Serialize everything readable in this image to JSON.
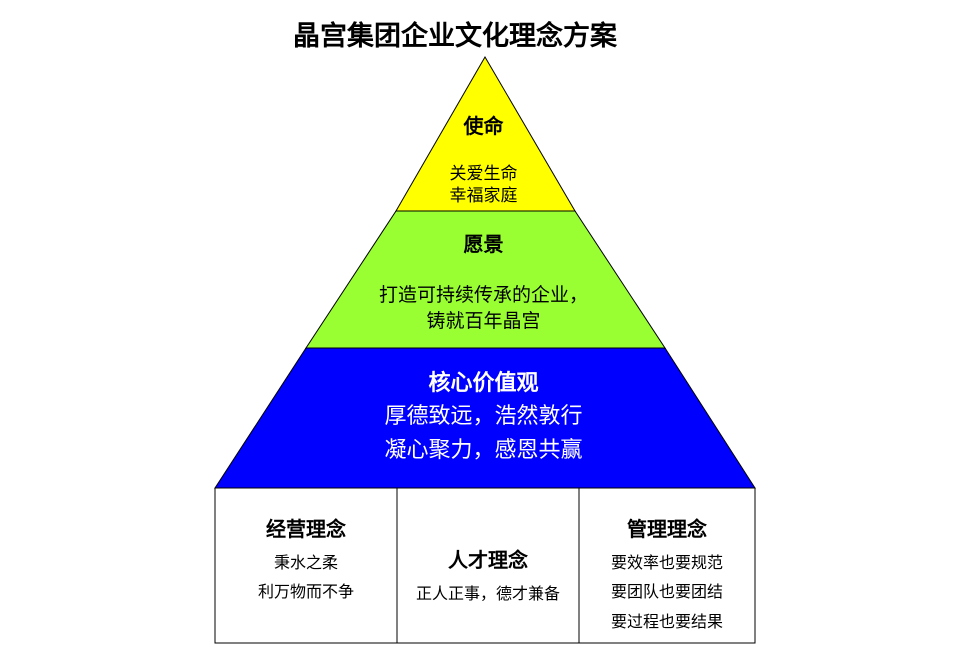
{
  "title": "晶宫集团企业文化理念方案",
  "colors": {
    "mission": "#FFFF00",
    "vision": "#99FF33",
    "values": "#0000FF",
    "outline": "#000000"
  },
  "mission": {
    "heading": "使命",
    "lines": [
      "关爱生命",
      "幸福家庭"
    ]
  },
  "vision": {
    "heading": "愿景",
    "lines": [
      "打造可持续传承的企业，",
      "铸就百年晶宫"
    ]
  },
  "values": {
    "heading": "核心价值观",
    "lines": [
      "厚德致远，浩然敦行",
      "凝心聚力，感恩共赢"
    ]
  },
  "principles": [
    {
      "heading": "经营理念",
      "lines": [
        "秉水之柔",
        "利万物而不争"
      ]
    },
    {
      "heading": "人才理念",
      "lines": [
        "正人正事，德才兼备"
      ]
    },
    {
      "heading": "管理理念",
      "lines": [
        "要效率也要规范",
        "要团队也要团结",
        "要过程也要结果"
      ]
    }
  ]
}
